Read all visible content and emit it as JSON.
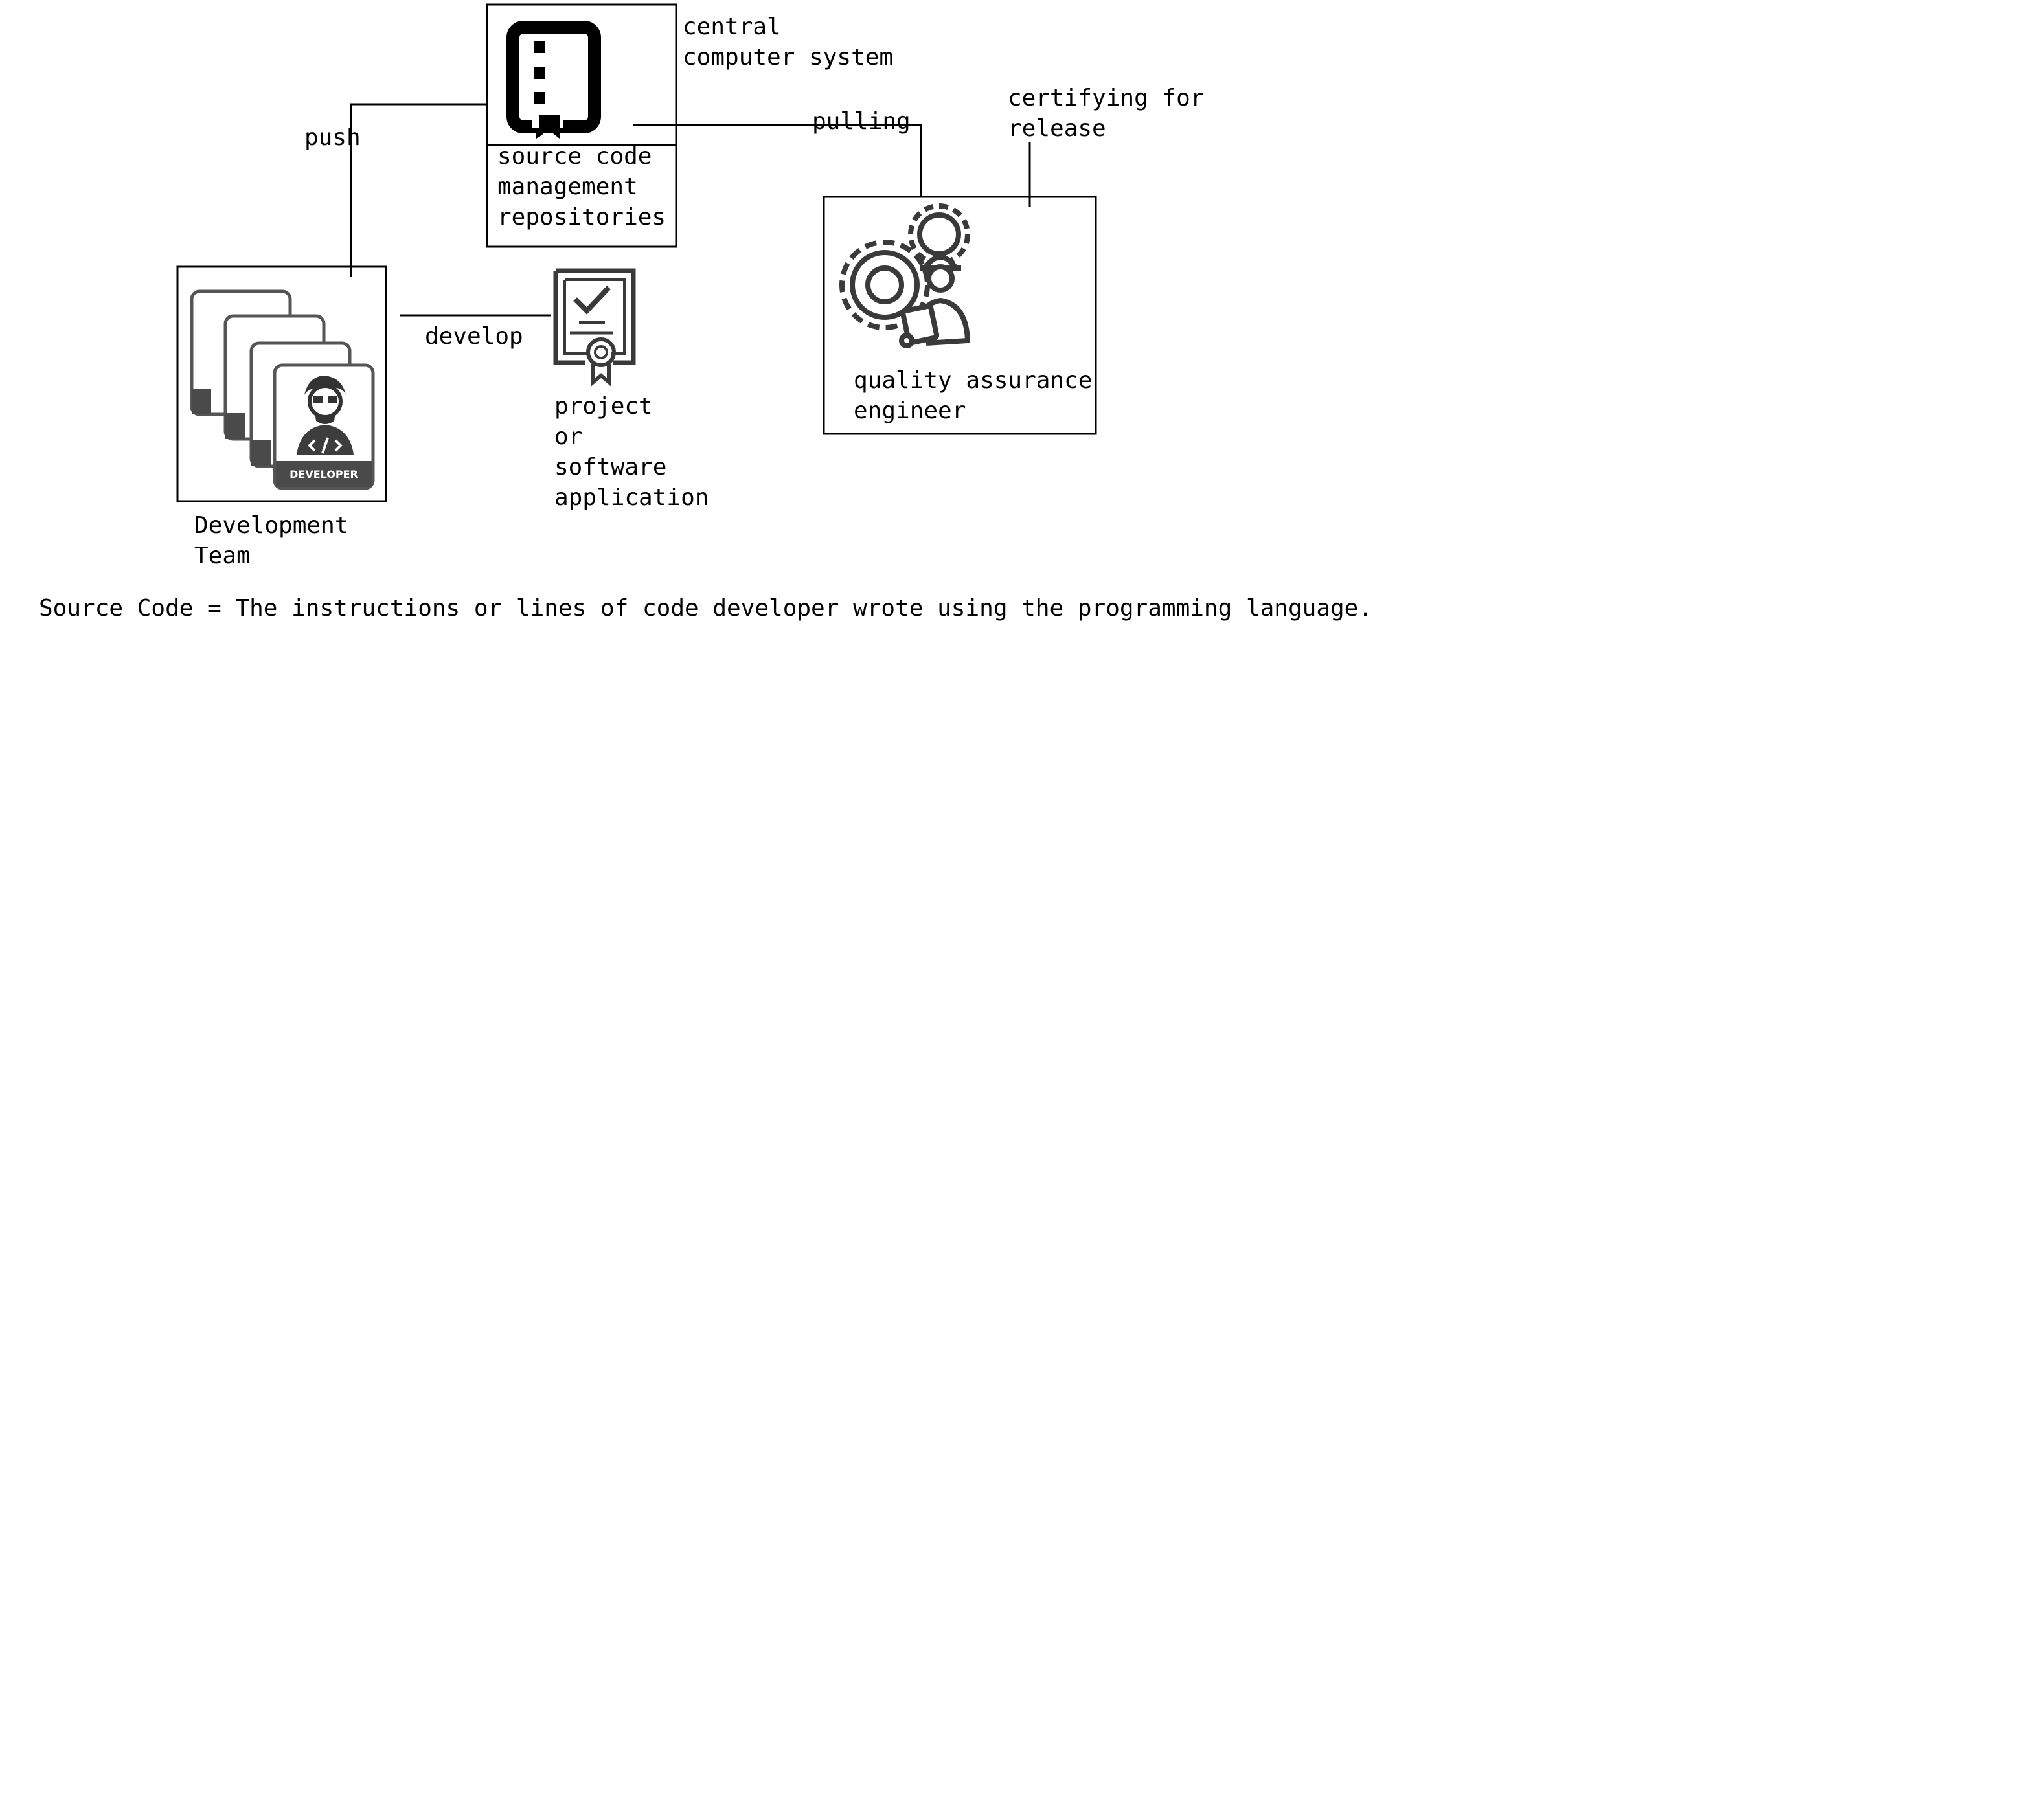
{
  "diagram": {
    "repository": {
      "caption_lines": [
        "source code",
        "management",
        "repositories"
      ],
      "icon": "bookmark-tablet-icon"
    },
    "central_label_lines": [
      "central",
      "computer system"
    ],
    "push_label": "push",
    "pulling_label": "pulling",
    "certifying_label_lines": [
      "certifying for",
      "release"
    ],
    "develop_label": "develop",
    "dev_team": {
      "label_lines": [
        "Development",
        "Team"
      ],
      "icon": "developer-cards-icon",
      "badge_text": "DEVELOPER"
    },
    "project": {
      "label_lines": [
        "project",
        "or",
        "software",
        "application"
      ],
      "icon": "certificate-icon"
    },
    "qa": {
      "label_lines": [
        "quality assurance",
        "engineer"
      ],
      "icon": "gear-engineer-icon"
    }
  },
  "footnote": "Source Code = The instructions or lines of code developer wrote using the programming language."
}
